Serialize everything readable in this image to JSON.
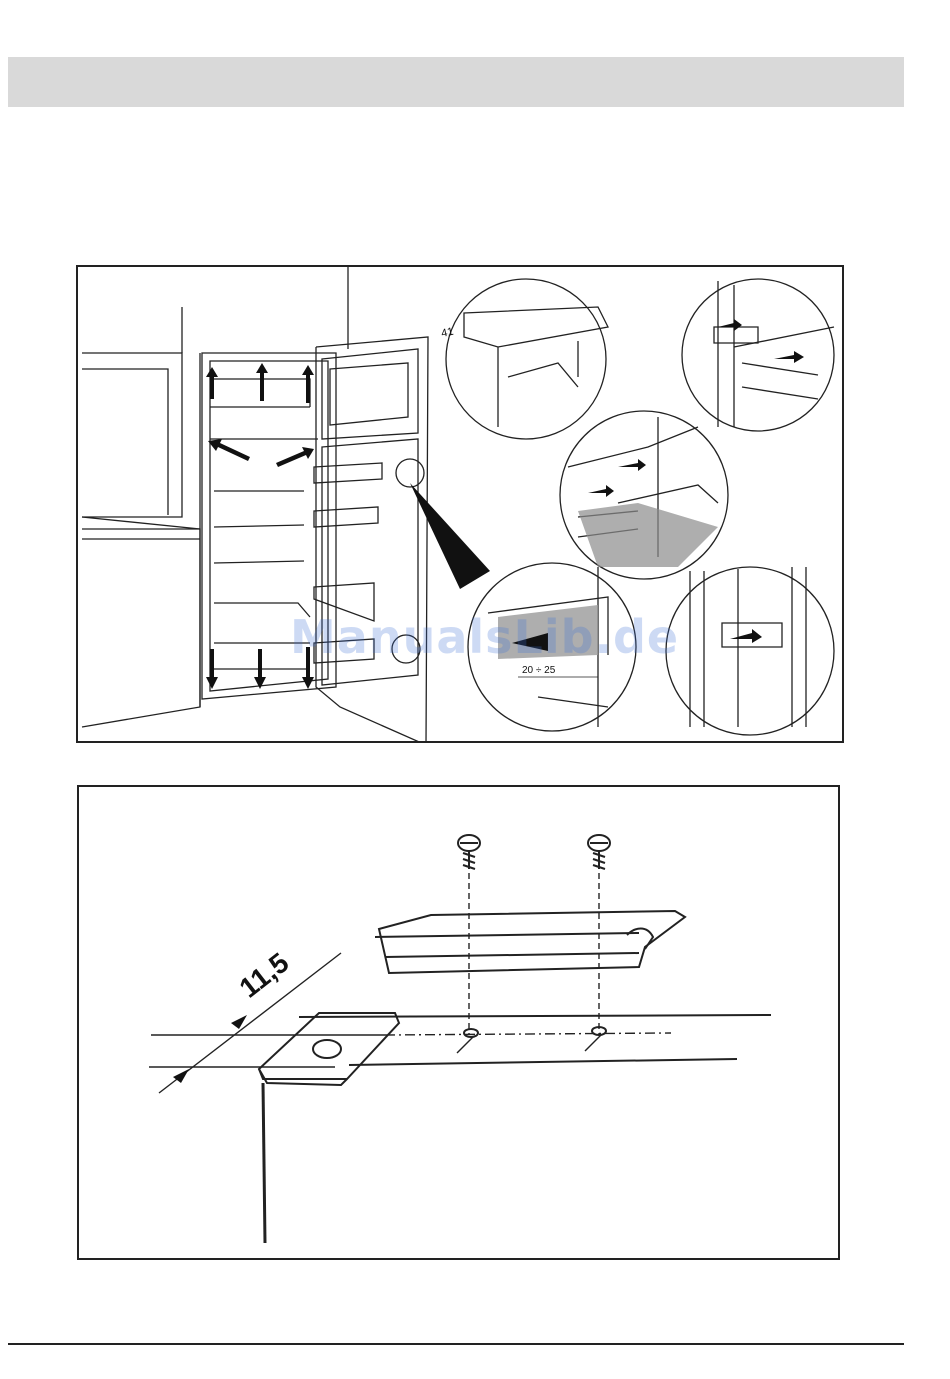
{
  "watermark": "ManualsLib.de",
  "figure1": {
    "labels": {
      "gap_top": "41",
      "gap_range": "20 ÷ 25"
    }
  },
  "figure2": {
    "labels": {
      "distance": "11,5"
    }
  },
  "colors": {
    "header_bar": "#d9d9d9",
    "line_art": "#222222",
    "shadow_fill": "#8c8c8c",
    "watermark": "#3b6fd6"
  }
}
